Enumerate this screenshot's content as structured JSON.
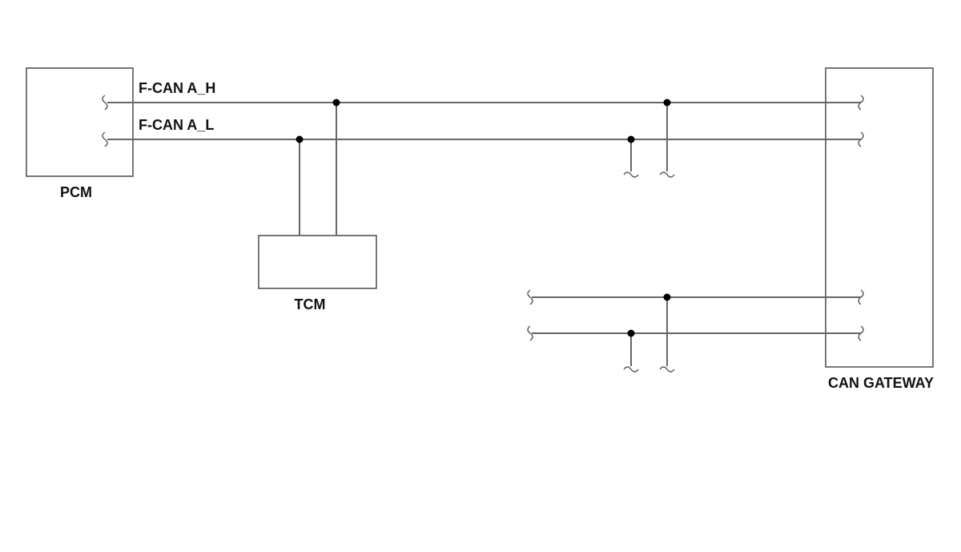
{
  "diagram": {
    "modules": {
      "pcm": "PCM",
      "tcm": "TCM",
      "gateway": "CAN GATEWAY"
    },
    "wires": {
      "high": "F-CAN A_H",
      "low": "F-CAN A_L"
    }
  }
}
